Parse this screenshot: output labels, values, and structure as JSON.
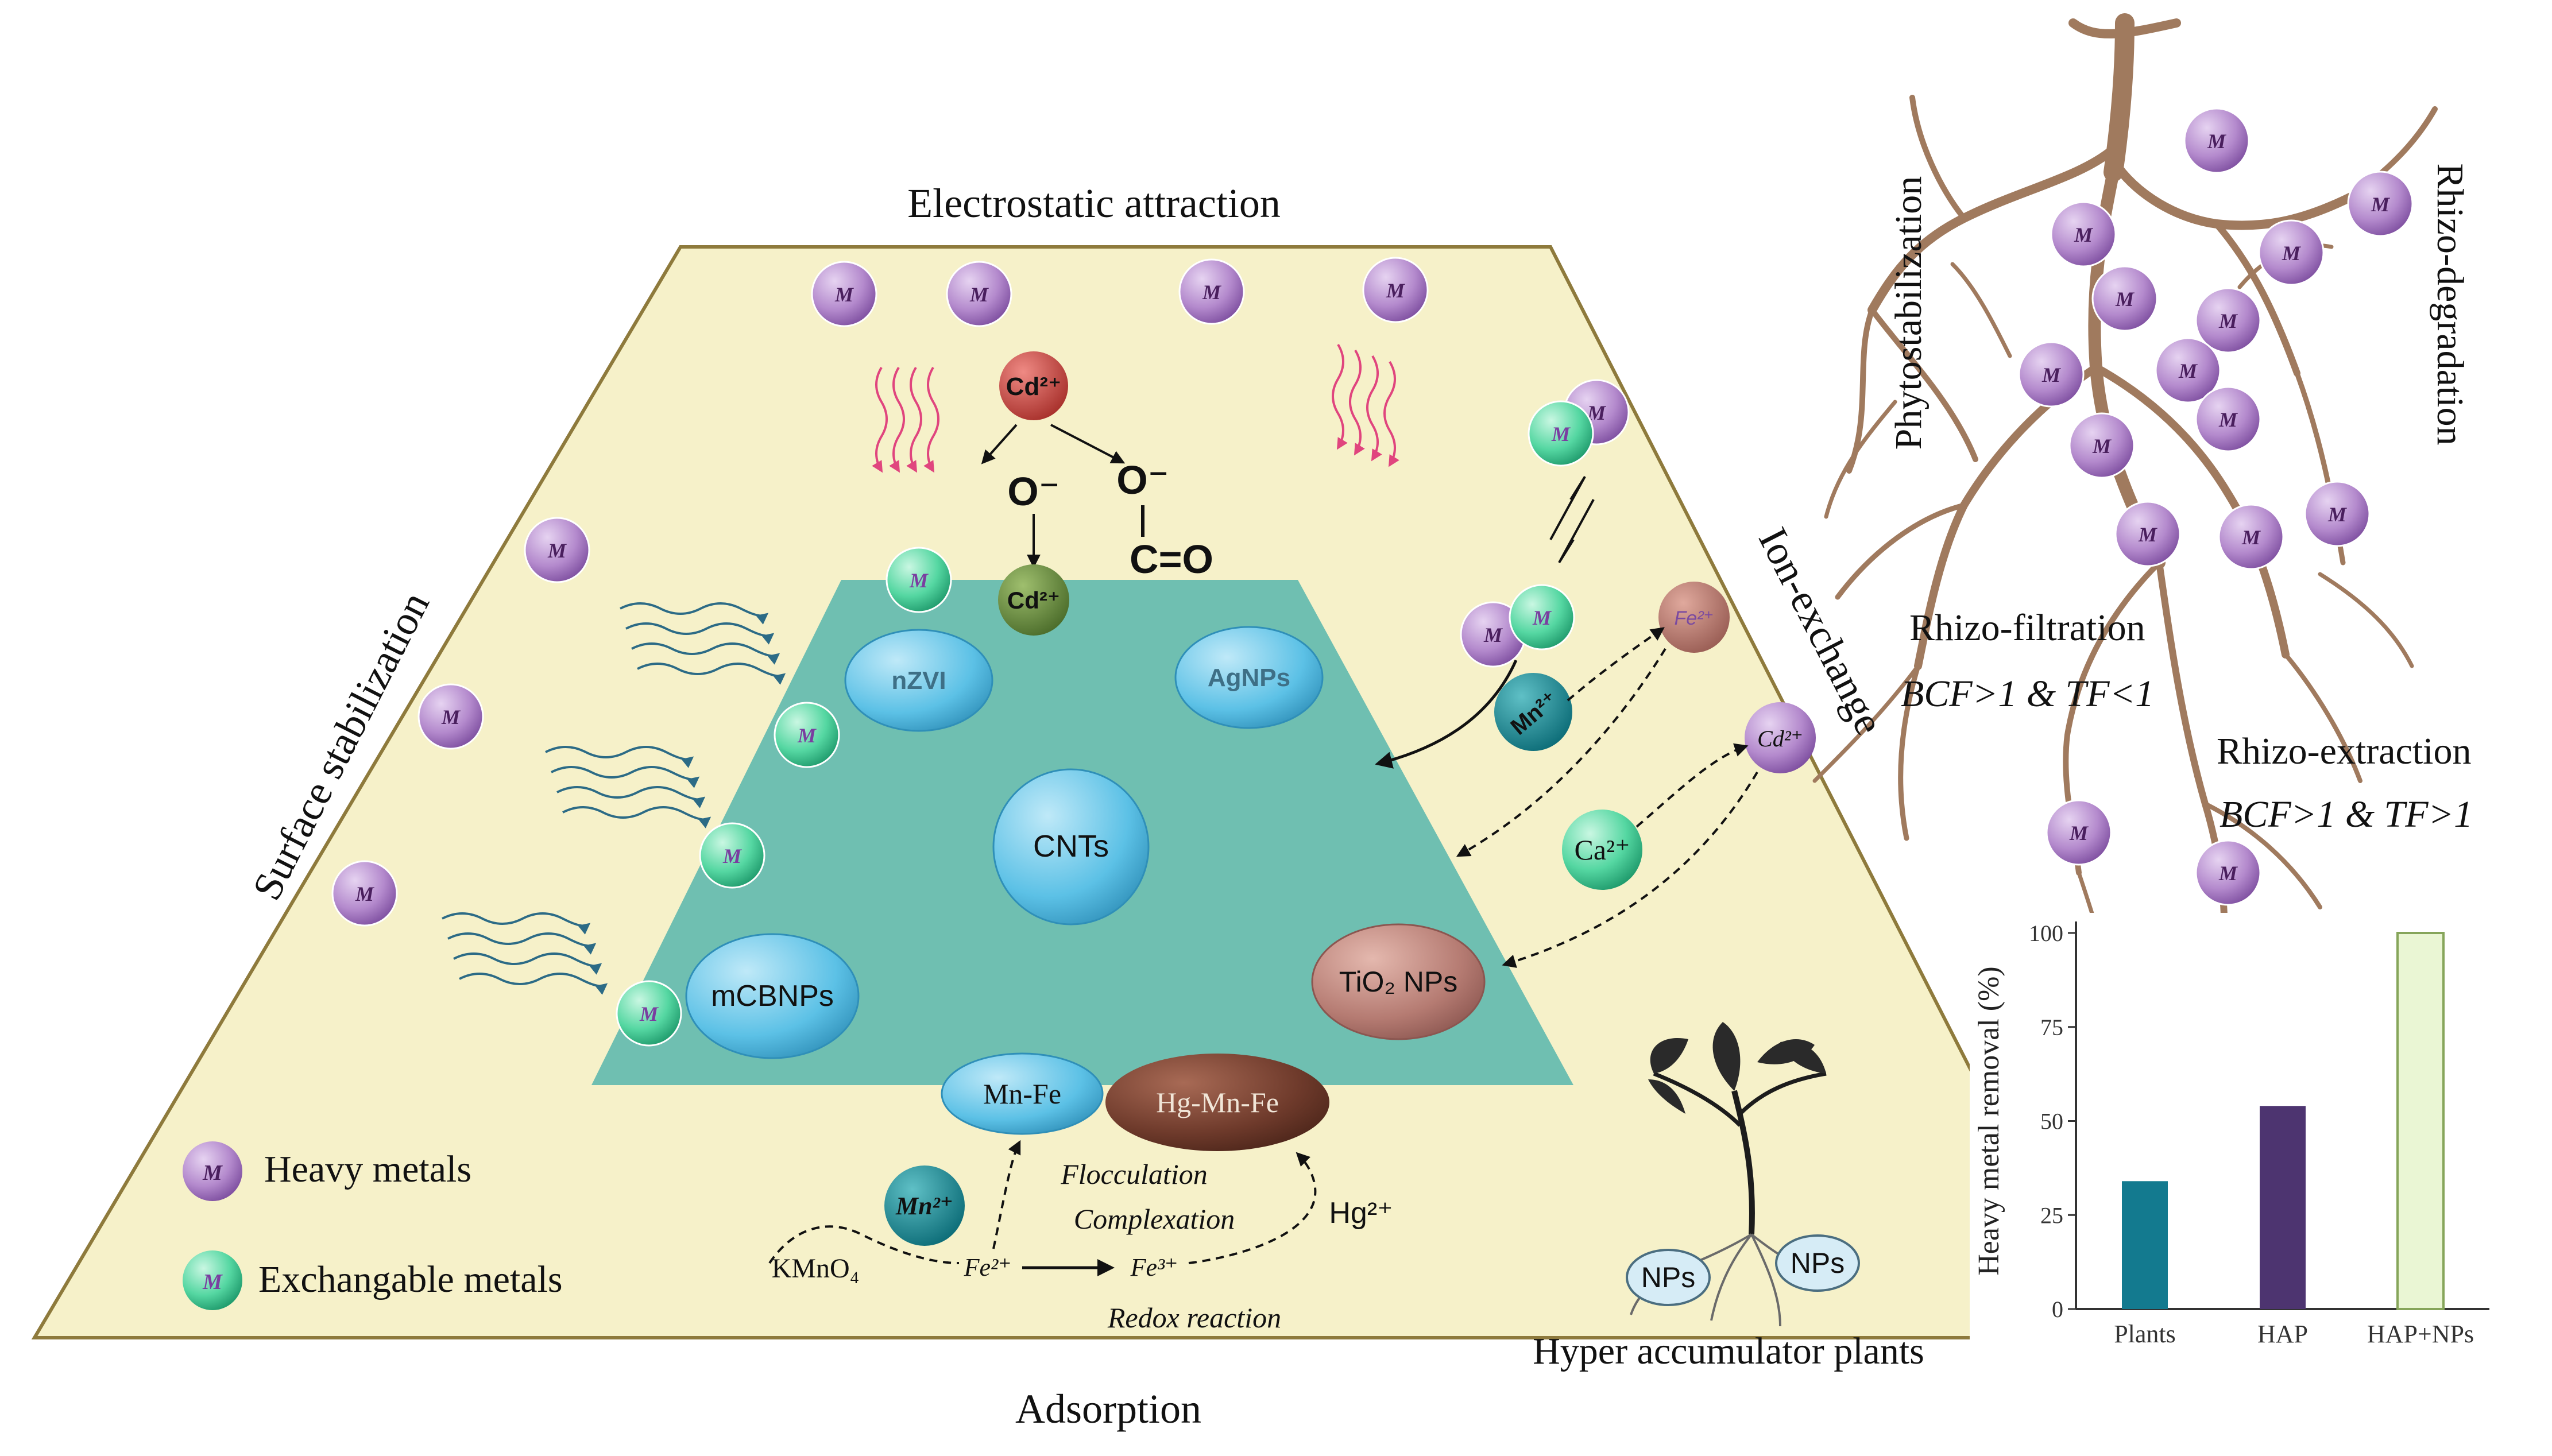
{
  "labels": {
    "electrostatic": "Electrostatic attraction",
    "ion_exchange": "Ion-exchange",
    "surface_stabilization": "Surface stabilization",
    "adsorption": "Adsorption",
    "phytostabilization": "Phytostabilization",
    "rhizo_degradation": "Rhizo-degradation",
    "rhizo_filtration": "Rhizo-filtration",
    "rhizo_filtration_cond": "BCF>1 & TF<1",
    "rhizo_extraction": "Rhizo-extraction",
    "rhizo_extraction_cond": "BCF>1 & TF>1",
    "hyper_accumulator": "Hyper accumulator plants",
    "nps": "NPs",
    "metal_symbol": "M"
  },
  "nanomaterials": {
    "nzvi": "nZVI",
    "agnps": "AgNPs",
    "cnts": "CNTs",
    "mcbnps": "mCBNPs",
    "tio2": "TiO₂ NPs",
    "mnfe": "Mn-Fe",
    "hgmnfe": "Hg-Mn-Fe"
  },
  "chemistry": {
    "cd_top": "Cd²⁺",
    "o_minus_1": "O⁻",
    "o_minus_2": "O⁻",
    "c_eq_o": "C=O",
    "cd_bound": "Cd²⁺",
    "mn_right": "Mn²⁺",
    "fe_right": "Fe²⁺",
    "cd_right": "Cd²⁺",
    "ca_right": "Ca²⁺",
    "mn_bottom": "Mn²⁺",
    "kmno4": "KMnO₄",
    "fe2": "Fe²⁺",
    "fe3": "Fe³⁺",
    "hg2": "Hg²⁺",
    "flocculation": "Flocculation",
    "complexation": "Complexation",
    "redox": "Redox reaction"
  },
  "legend": {
    "heavy_metals": "Heavy metals",
    "exchangeable_metals": "Exchangable metals"
  },
  "colors": {
    "trapezoid_fill": "#f6f1c9",
    "trapezoid_stroke": "#8e7a3c",
    "inner_fill": "#6fbfb1",
    "heavy_metal": "#b58ccf",
    "exchange_metal": "#57d9a4",
    "np_blue": "#5cc1e6",
    "tio2": "#b57b72",
    "hgmnfe": "#6e3a2b",
    "root": "#a07a5e",
    "bar_plants": "#137a8f",
    "bar_hap": "#4d3470",
    "bar_hapnps": "#eaf6d4"
  },
  "chart_data": {
    "type": "bar",
    "categories": [
      "Plants",
      "HAP",
      "HAP+NPs"
    ],
    "values": [
      34,
      54,
      100
    ],
    "ylabel": "Heavy metal removal (%)",
    "ylim": [
      0,
      100
    ],
    "yticks": [
      0,
      25,
      50,
      75,
      100
    ],
    "grid": false
  }
}
